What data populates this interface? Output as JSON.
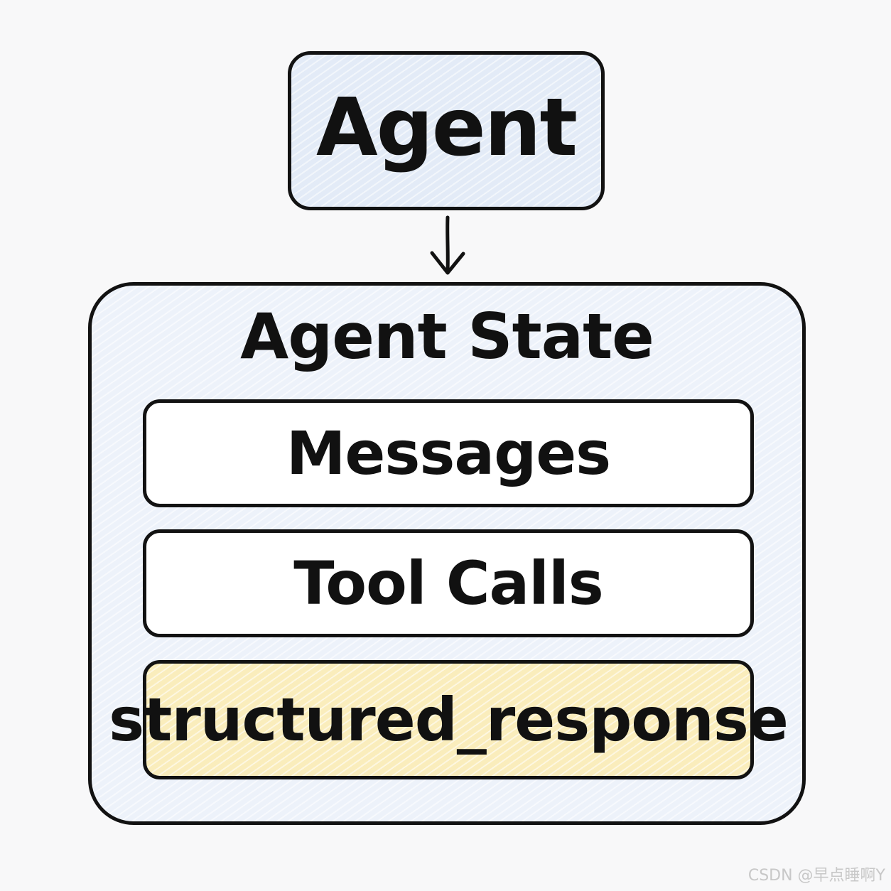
{
  "agent": {
    "label": "Agent"
  },
  "state": {
    "title": "Agent State",
    "fields": [
      {
        "label": "Messages"
      },
      {
        "label": "Tool Calls"
      },
      {
        "label": "structured_response"
      }
    ]
  },
  "watermark": "CSDN @早点睡啊Y",
  "colors": {
    "agent_fill": "#e3ebf7",
    "state_fill": "#edf2fa",
    "field_fill": "#ffffff",
    "highlight_fill": "#faedbc",
    "stroke": "#121212"
  }
}
